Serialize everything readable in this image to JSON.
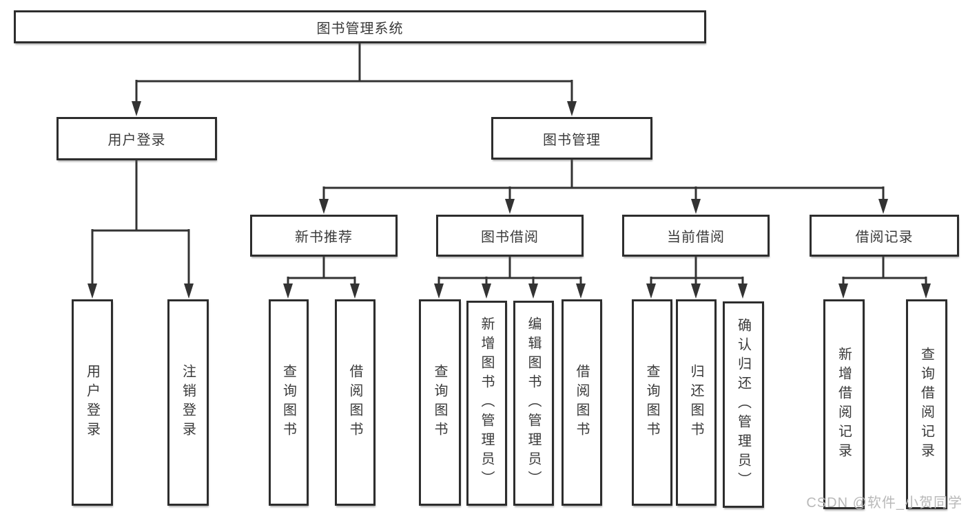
{
  "diagram_type": "functional-structure-tree",
  "tree": {
    "root": {
      "label": "图书管理系统"
    },
    "branches": [
      {
        "label": "用户登录",
        "children": [
          {
            "label": "用户登录"
          },
          {
            "label": "注销登录"
          }
        ]
      },
      {
        "label": "图书管理",
        "children": [
          {
            "label": "新书推荐",
            "children": [
              {
                "label": "查询图书"
              },
              {
                "label": "借阅图书"
              }
            ]
          },
          {
            "label": "图书借阅",
            "children": [
              {
                "label": "查询图书"
              },
              {
                "label": "新增图书（管理员）"
              },
              {
                "label": "编辑图书（管理员）"
              },
              {
                "label": "借阅图书"
              }
            ]
          },
          {
            "label": "当前借阅",
            "children": [
              {
                "label": "查询图书"
              },
              {
                "label": "归还图书"
              },
              {
                "label": "确认归还（管理员）"
              }
            ]
          },
          {
            "label": "借阅记录",
            "children": [
              {
                "label": "新增借阅记录"
              },
              {
                "label": "查询借阅记录"
              }
            ]
          }
        ]
      }
    ]
  },
  "watermark": "CSDN @软件_小贺同学",
  "colors": {
    "line": "#333333",
    "box_border": "#2d2d2d",
    "box_fill": "#ffffff",
    "text": "#3a3a3a",
    "watermark": "#b9b9b9",
    "background": "#ffffff"
  }
}
